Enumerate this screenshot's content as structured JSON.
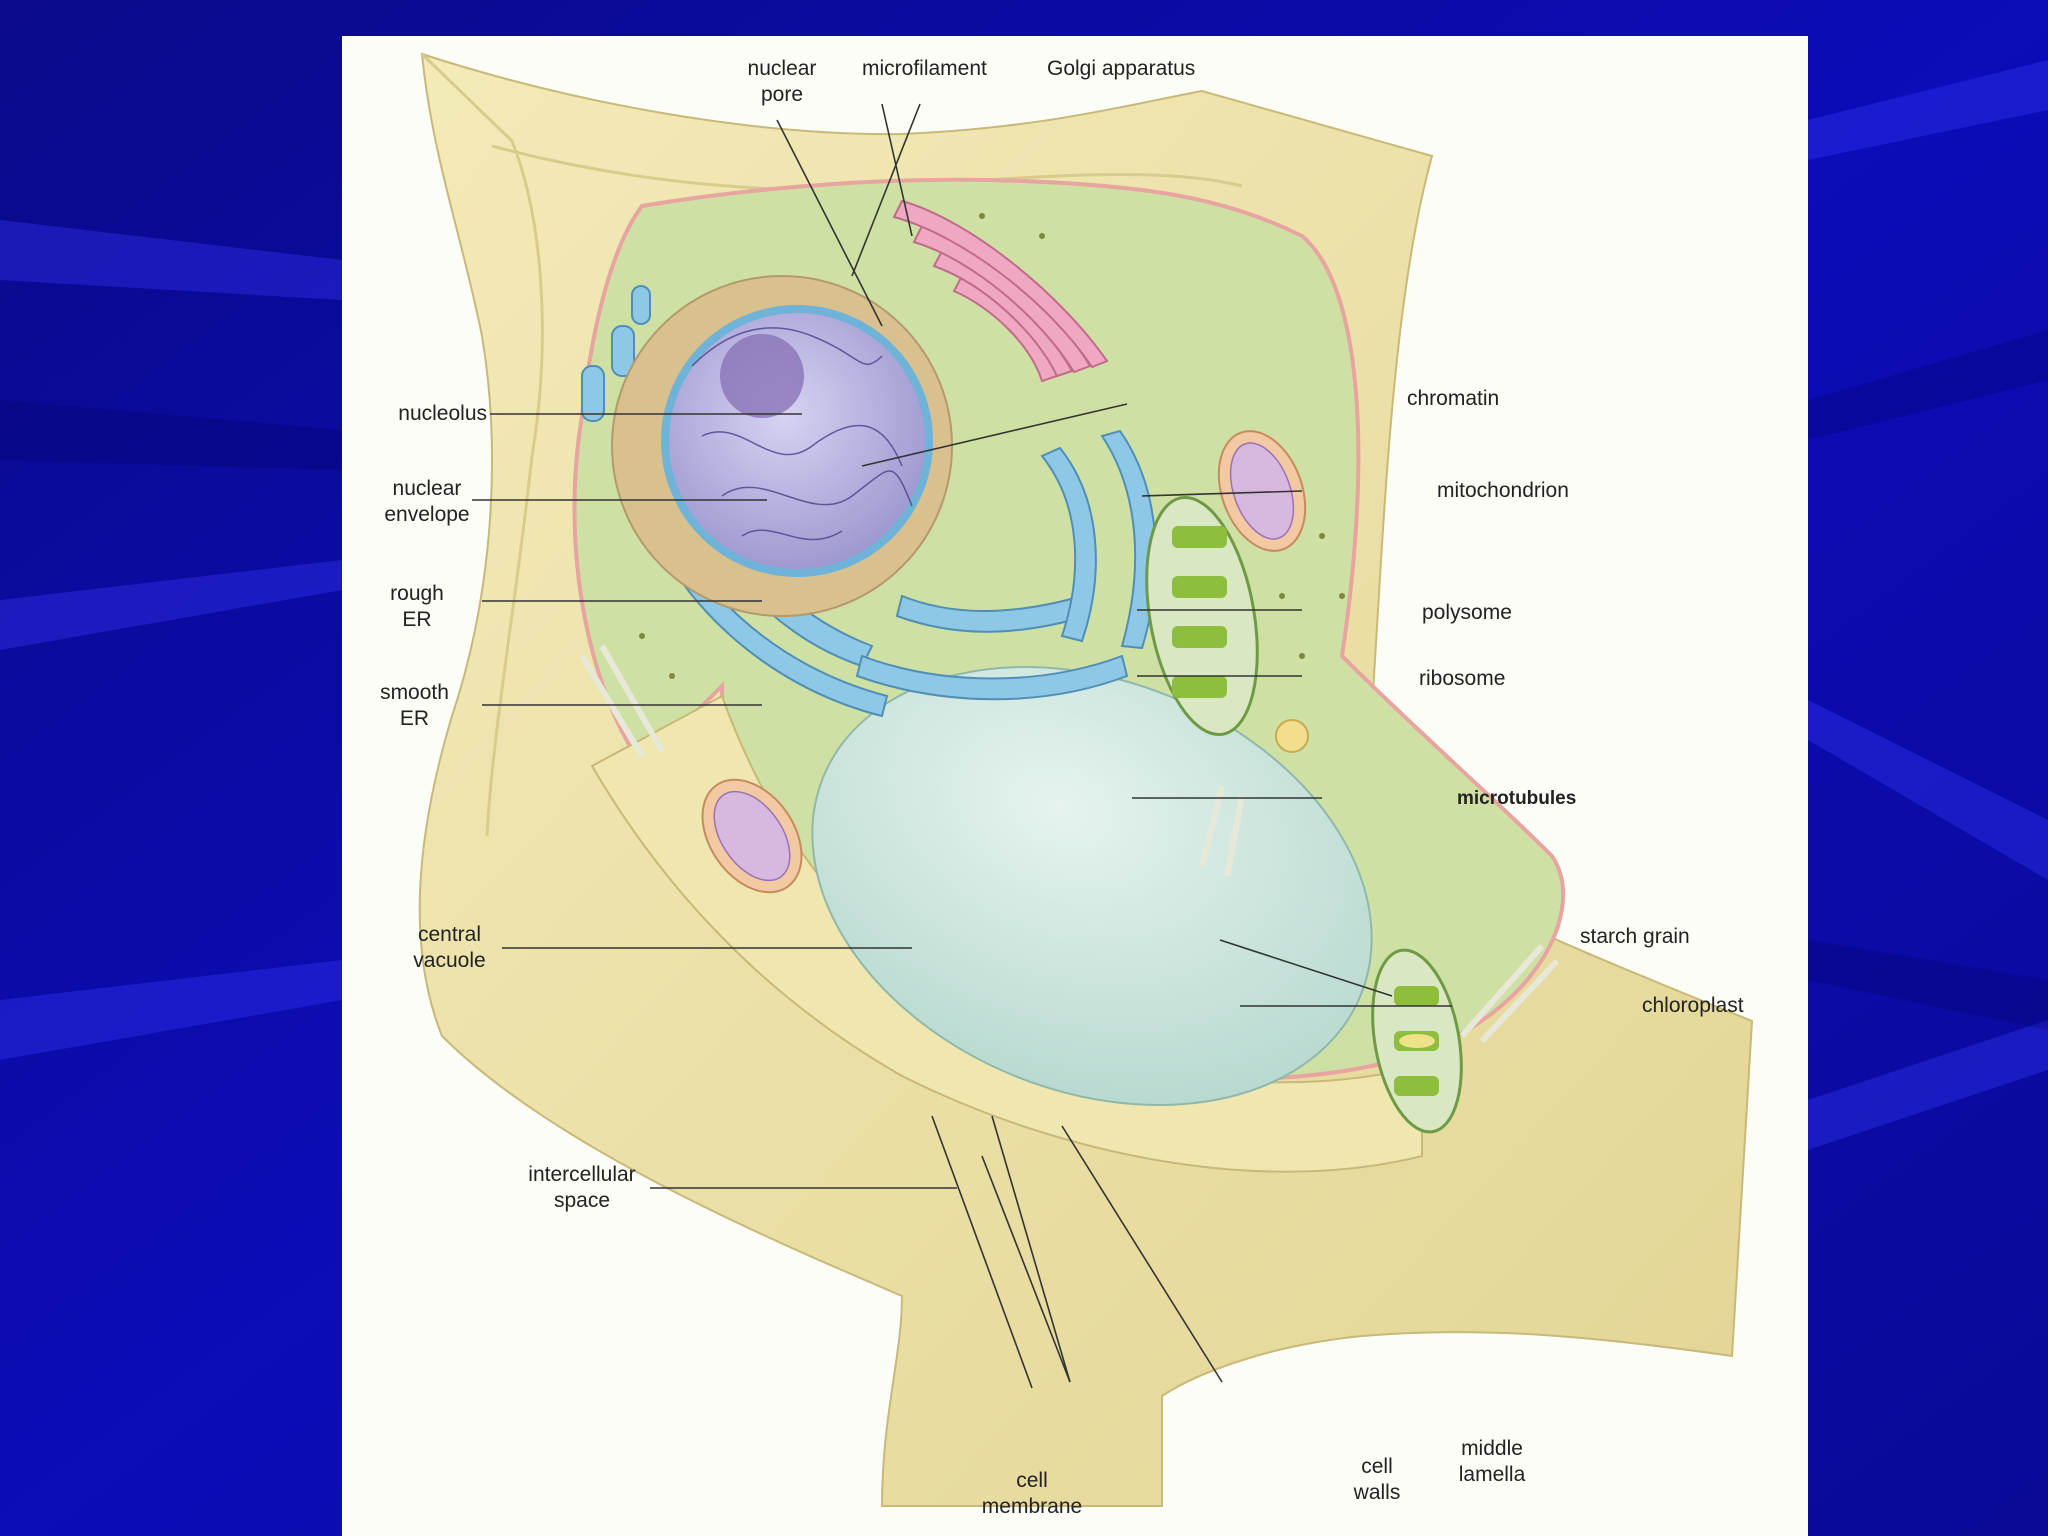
{
  "labels": {
    "nuclear_pore": [
      "nuclear",
      "pore"
    ],
    "microfilament": [
      "microfilament"
    ],
    "golgi_apparatus": [
      "Golgi apparatus"
    ],
    "chromatin": [
      "chromatin"
    ],
    "mitochondrion": [
      "mitochondrion"
    ],
    "polysome": [
      "polysome"
    ],
    "ribosome": [
      "ribosome"
    ],
    "microtubules": [
      "microtubules"
    ],
    "starch_grain": [
      "starch grain"
    ],
    "chloroplast": [
      "chloroplast"
    ],
    "nucleolus": [
      "nucleolus"
    ],
    "nuclear_envelope": [
      "nuclear",
      "envelope"
    ],
    "rough_er": [
      "rough",
      "ER"
    ],
    "smooth_er": [
      "smooth",
      "ER"
    ],
    "central_vacuole": [
      "central",
      "vacuole"
    ],
    "intercellular_space": [
      "intercellular",
      "space"
    ],
    "cell_membrane": [
      "cell",
      "membrane"
    ],
    "cell_walls": [
      "cell",
      "walls"
    ],
    "middle_lamella": [
      "middle",
      "lamella"
    ]
  },
  "colors": {
    "slide_background": "#0a0a9e",
    "cell_wall": "#efe4a8",
    "cytoplasm": "#cfe0a4",
    "vacuole": "#c9e4dc",
    "nucleus": "#b7b2dd",
    "er": "#8fc8e6",
    "golgi": "#f0a8c2",
    "chloroplast": "#8dbf3c"
  }
}
